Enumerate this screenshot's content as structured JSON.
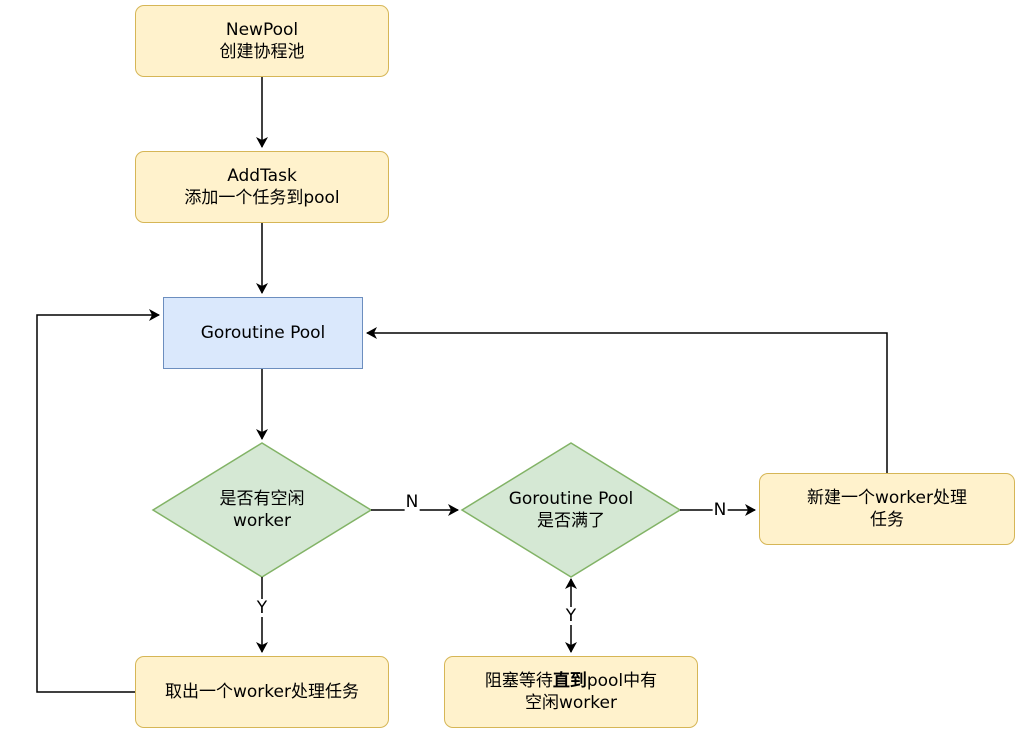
{
  "nodes": {
    "newpool": {
      "line1": "NewPool",
      "line2": "创建协程池"
    },
    "addtask": {
      "line1": "AddTask",
      "line2": "添加一个任务到pool"
    },
    "goroutine_pool": {
      "label": "Goroutine Pool"
    },
    "has_idle_worker": {
      "line1": "是否有空闲",
      "line2": "worker"
    },
    "pool_full": {
      "line1": "Goroutine Pool",
      "line2": "是否满了"
    },
    "new_worker": {
      "line1": "新建一个worker处理",
      "line2": "任务"
    },
    "take_worker": {
      "label": "取出一个worker处理任务"
    },
    "block_wait": {
      "line1_a": "阻塞等待",
      "line1_b": "直到",
      "line1_c": "pool中有",
      "line2": "空闲worker"
    }
  },
  "edge_labels": {
    "idle_no": "N",
    "idle_yes": "Y",
    "full_no": "N",
    "full_yes": "Y"
  },
  "colors": {
    "process_fill": "#fff2cc",
    "process_stroke": "#d6b656",
    "pool_fill": "#dae8fc",
    "pool_stroke": "#6c8ebf",
    "decision_fill": "#d5e8d4",
    "decision_stroke": "#82b366",
    "edge": "#000000"
  }
}
